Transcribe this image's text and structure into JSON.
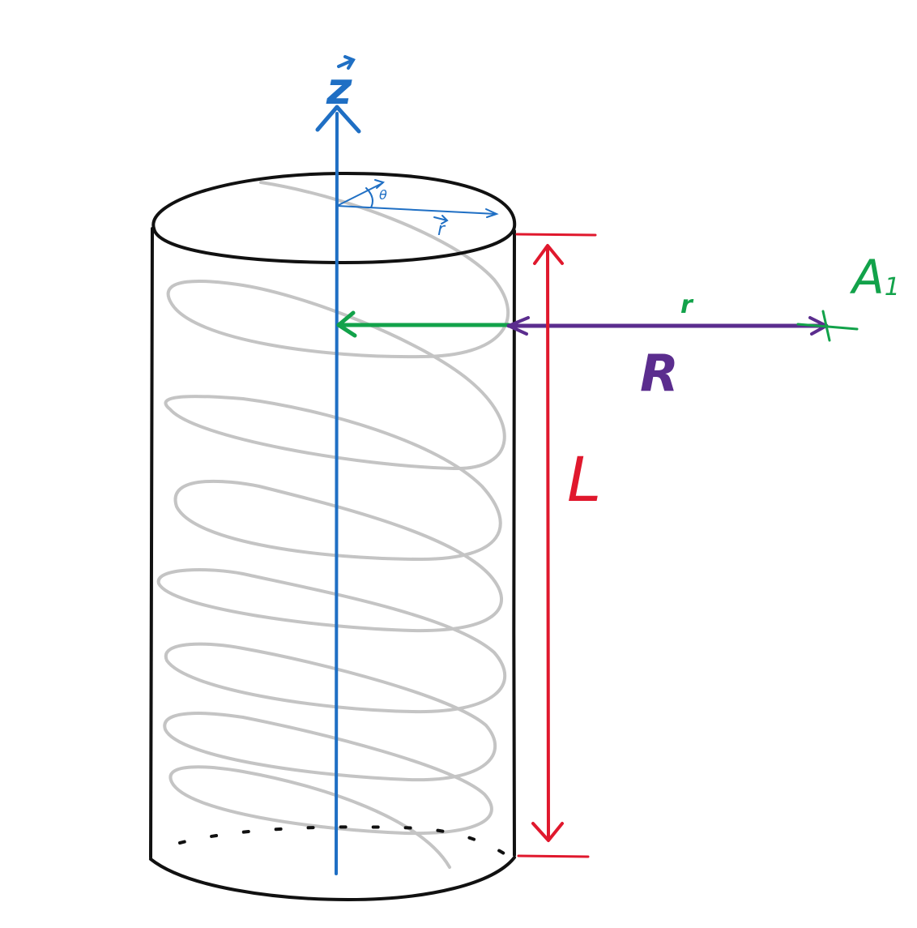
{
  "labels": {
    "z_axis": "z",
    "theta": "θ",
    "r_vector": "r",
    "small_r": "r",
    "big_r": "R",
    "length": "L",
    "point": "A",
    "point_subscript": "1"
  },
  "colors": {
    "outline": "#111111",
    "helix": "#c4c4c4",
    "axis": "#1f6fc4",
    "small_r": "#12a24a",
    "big_r": "#5b2d8e",
    "length": "#e0182d",
    "point": "#12a24a"
  }
}
